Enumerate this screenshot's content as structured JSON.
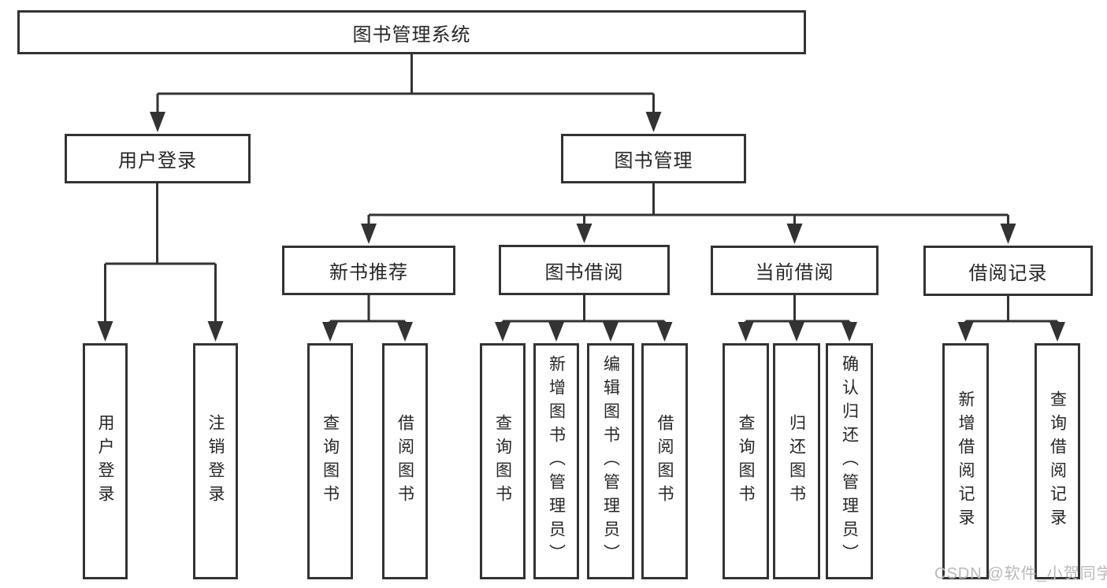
{
  "diagram": {
    "type": "hierarchy-tree",
    "root": {
      "label": "图书管理系统",
      "children": [
        {
          "label": "用户登录",
          "children": [
            {
              "label": "用户登录"
            },
            {
              "label": "注销登录"
            }
          ]
        },
        {
          "label": "图书管理",
          "children": [
            {
              "label": "新书推荐",
              "children": [
                {
                  "label": "查询图书"
                },
                {
                  "label": "借阅图书"
                }
              ]
            },
            {
              "label": "图书借阅",
              "children": [
                {
                  "label": "查询图书"
                },
                {
                  "label": "新增图书（管理员）"
                },
                {
                  "label": "编辑图书（管理员）"
                },
                {
                  "label": "借阅图书"
                }
              ]
            },
            {
              "label": "当前借阅",
              "children": [
                {
                  "label": "查询图书"
                },
                {
                  "label": "归还图书"
                },
                {
                  "label": "确认归还（管理员）"
                }
              ]
            },
            {
              "label": "借阅记录",
              "children": [
                {
                  "label": "新增借阅记录"
                },
                {
                  "label": "查询借阅记录"
                }
              ]
            }
          ]
        }
      ]
    }
  },
  "colors": {
    "line": "#333333",
    "text": "#262626",
    "background": "#ffffff",
    "watermark": "#b9b9b9"
  },
  "watermark": "CSDN @软件_小贺同学"
}
